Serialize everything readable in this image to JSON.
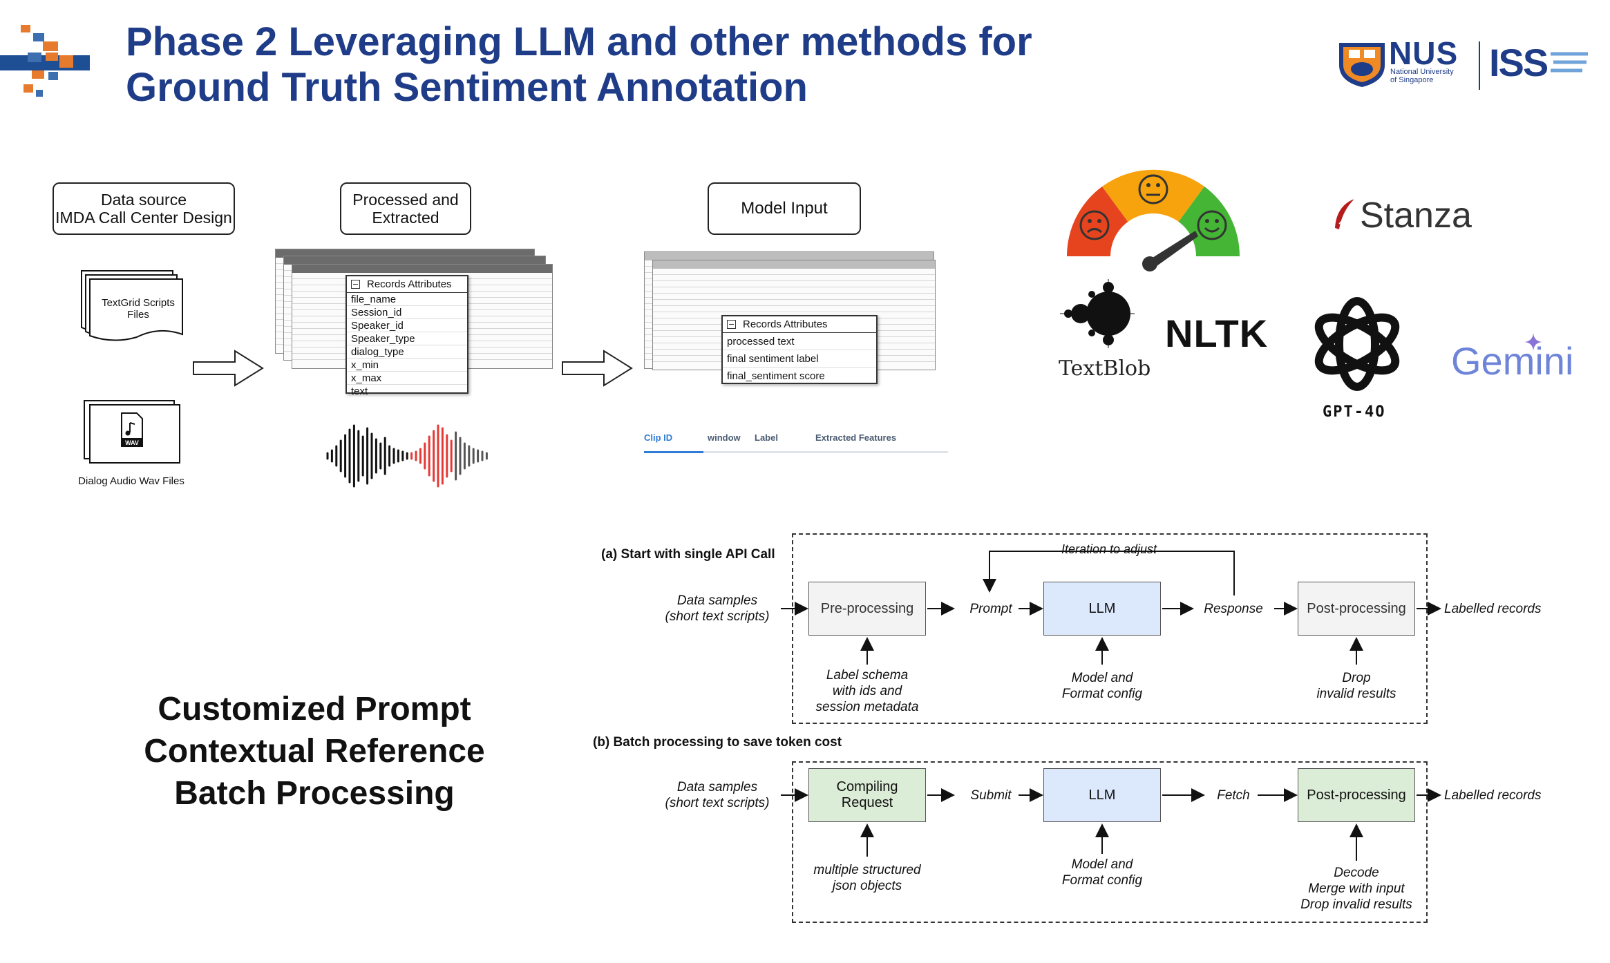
{
  "header": {
    "title_line1": "Phase 2 Leveraging LLM and other methods for",
    "title_line2": "Ground Truth Sentiment Annotation",
    "nus_logo": {
      "name": "NUS",
      "sub1": "National University",
      "sub2": "of Singapore"
    },
    "iss_logo": {
      "name": "ISS"
    }
  },
  "pipeline": {
    "data_source_box": "Data source\nIMDA Call Center Design",
    "processed_box": "Processed and\nExtracted",
    "model_input_box": "Model Input",
    "textgrid_label": "TextGrid Scripts\nFiles",
    "wav_badge": "WAV",
    "wav_caption": "Dialog Audio Wav Files",
    "records_popup": {
      "title": "Records Attributes",
      "items": [
        "file_name",
        "Session_id",
        "Speaker_id",
        "Speaker_type",
        "dialog_type",
        "x_min",
        "x_max",
        "text"
      ]
    },
    "model_popup": {
      "title": "Records Attributes",
      "items": [
        "processed text",
        "final sentiment label",
        "final_sentiment score"
      ]
    },
    "tabs": [
      "Clip ID",
      "window",
      "Label",
      "Extracted Features"
    ]
  },
  "tools": {
    "textblob": "TextBlob",
    "nltk": "NLTK",
    "stanza": "Stanza",
    "gpt": "GPT-4O",
    "gemini": "Gemini"
  },
  "features_list": [
    "Customized Prompt",
    "Contextual Reference",
    "Batch Processing"
  ],
  "diagram_a": {
    "title": "(a) Start with single API Call",
    "input": "Data samples\n(short text scripts)",
    "preprocessing": "Pre-processing",
    "prompt": "Prompt",
    "llm": "LLM",
    "response": "Response",
    "postprocessing": "Post-processing",
    "output": "Labelled records",
    "iteration": "Iteration to adjust",
    "pre_note": "Label schema\nwith ids and\nsession metadata",
    "llm_note": "Model and\nFormat config",
    "post_note": "Drop\ninvalid results"
  },
  "diagram_b": {
    "title": "(b) Batch processing to save token cost",
    "input": "Data samples\n(short text scripts)",
    "compiling": "Compiling\nRequest",
    "submit": "Submit",
    "llm": "LLM",
    "fetch": "Fetch",
    "postprocessing": "Post-processing",
    "output": "Labelled records",
    "compile_note": "multiple structured\njson objects",
    "llm_note": "Model and\nFormat config",
    "post_note": "Decode\nMerge with input\nDrop invalid results"
  },
  "colors": {
    "title": "#1f3c88",
    "llm_fill": "#dce8fb",
    "green_fill": "#dbecd7",
    "grey_fill": "#f3f3f3",
    "gauge_red": "#e6431f",
    "gauge_orange": "#f7a30d",
    "gauge_green": "#45b535"
  }
}
